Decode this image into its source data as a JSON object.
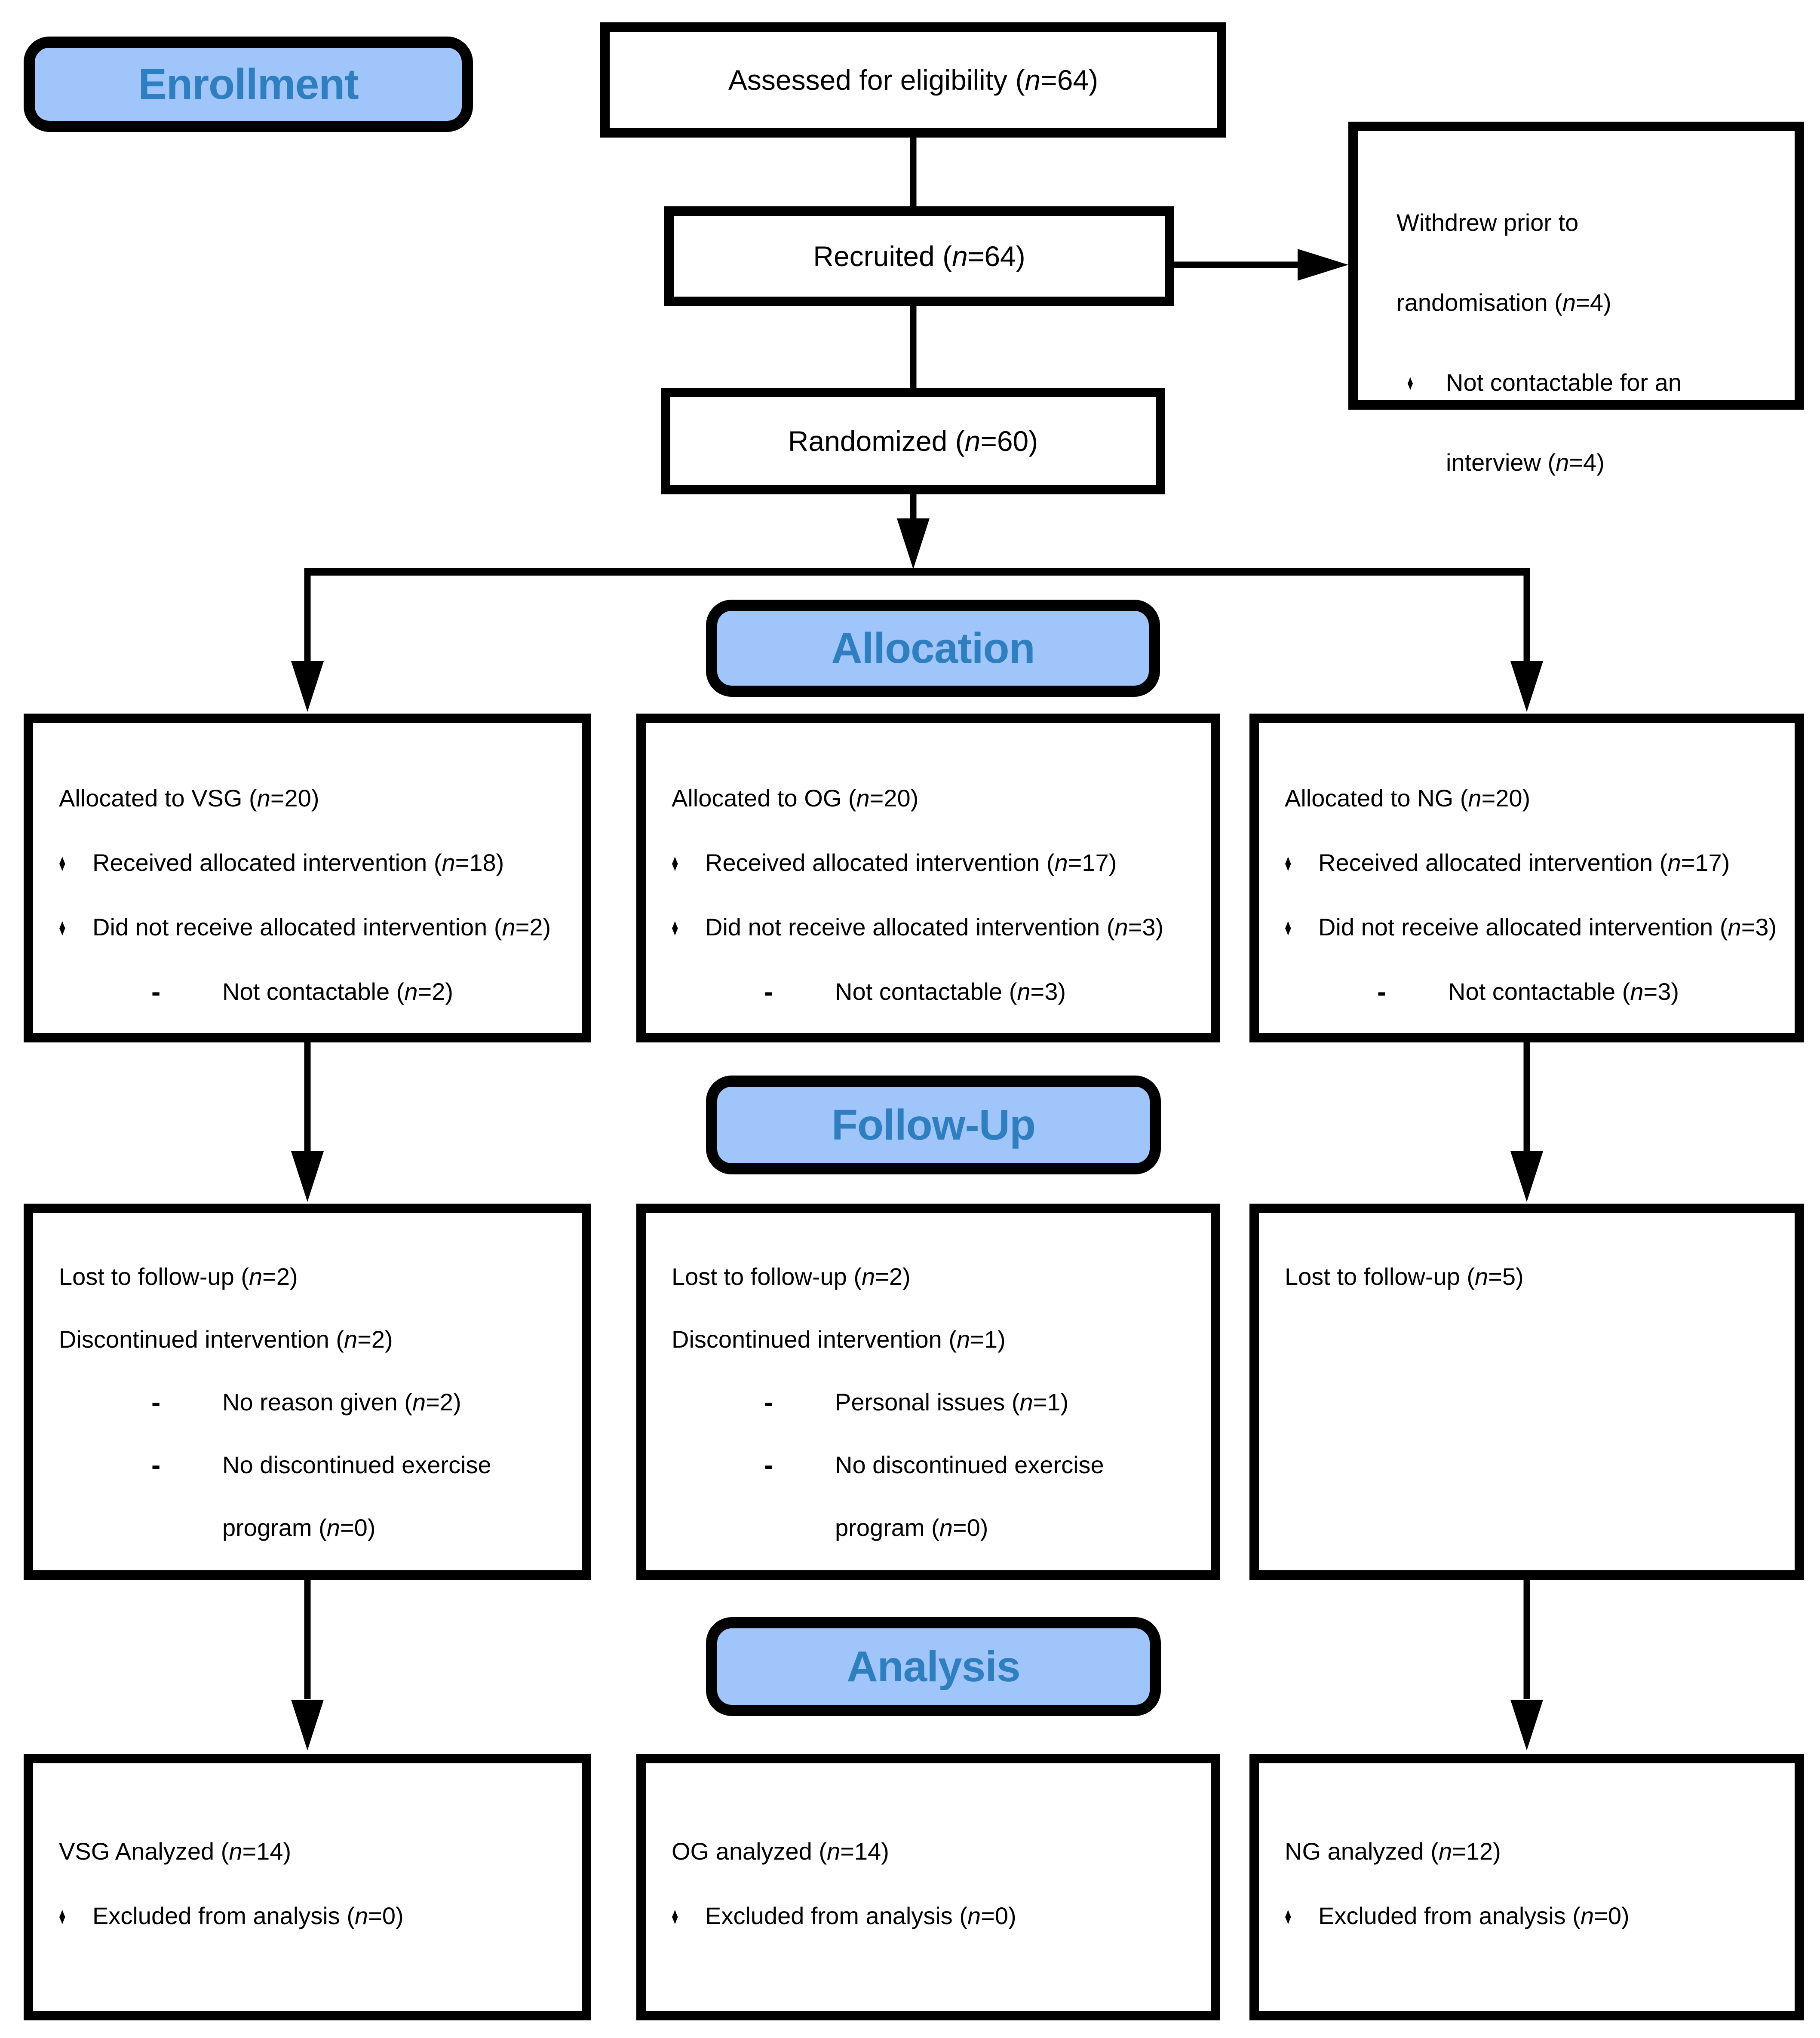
{
  "palette": {
    "header_fill": "#9FC5FA",
    "header_text": "#2E7EC0",
    "line_color": "#000000",
    "box_background": "#FFFFFF"
  },
  "glyphs": {
    "diamond": "♦",
    "dash": "-"
  },
  "enrollment": {
    "header": "Enrollment",
    "assessed": "Assessed for eligibility (n=64)",
    "recruited": "Recruited (n=64)",
    "randomized": "Randomized (n=60)",
    "withdrew": {
      "line1": "Withdrew prior to randomisation (n=4)",
      "bullet": "Not contactable for an interview (n=4)"
    }
  },
  "allocation": {
    "header": "Allocation",
    "boxes": [
      {
        "title": "Allocated to VSG (n=20)",
        "bullet1": "Received allocated intervention (n=18)",
        "bullet2": "Did not receive allocated intervention (n=2)",
        "sub": "Not contactable (n=2)"
      },
      {
        "title": "Allocated to OG (n=20)",
        "bullet1": "Received allocated intervention (n=17)",
        "bullet2": "Did not receive allocated intervention (n=3)",
        "sub": "Not contactable (n=3)"
      },
      {
        "title": "Allocated to NG (n=20)",
        "bullet1": "Received allocated intervention (n=17)",
        "bullet2": "Did not receive allocated intervention (n=3)",
        "sub": "Not contactable (n=3)"
      }
    ]
  },
  "followup": {
    "header": "Follow-Up",
    "boxes": [
      {
        "line1": "Lost to follow-up (n=2)",
        "line2": "Discontinued intervention (n=2)",
        "sub1": "No reason given (n=2)",
        "sub2": "No discontinued exercise program (n=0)"
      },
      {
        "line1": "Lost to follow-up (n=2)",
        "line2": "Discontinued intervention (n=1)",
        "sub1": "Personal issues (n=1)",
        "sub2": "No discontinued exercise program (n=0)"
      },
      {
        "line1": "Lost to follow-up (n=5)"
      }
    ]
  },
  "analysis": {
    "header": "Analysis",
    "boxes": [
      {
        "title": "VSG Analyzed (n=14)",
        "bullet": "Excluded from analysis (n=0)"
      },
      {
        "title": "OG analyzed (n=14)",
        "bullet": "Excluded from analysis (n=0)"
      },
      {
        "title": "NG analyzed (n=12)",
        "bullet": "Excluded from analysis (n=0)"
      }
    ]
  }
}
